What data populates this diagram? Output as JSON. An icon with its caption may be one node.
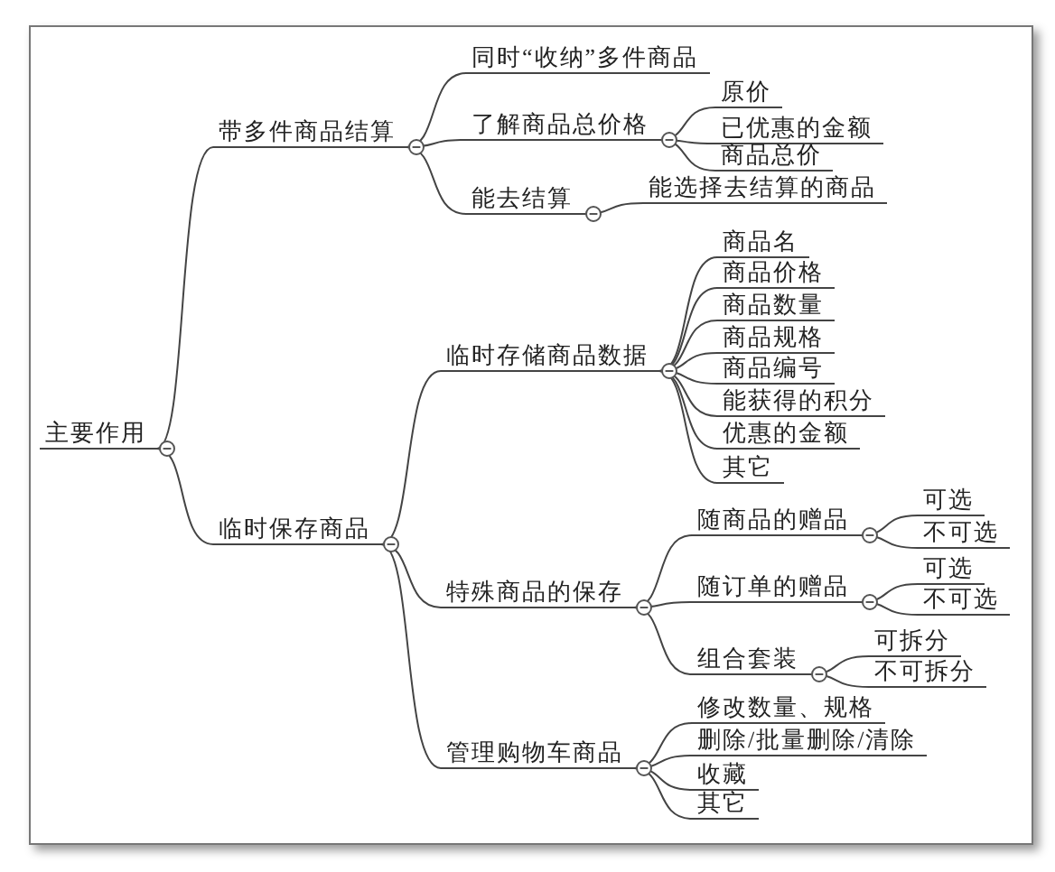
{
  "diagram": {
    "nodes": [
      {
        "text": [
          "主要作用"
        ]
      },
      {
        "text": [
          "带多件商品结算"
        ]
      },
      {
        "text": [
          "同时“收纳”多件商品"
        ]
      },
      {
        "text": [
          "了解商品总价格"
        ]
      },
      {
        "text": [
          "原价"
        ]
      },
      {
        "text": [
          "已优惠的金额"
        ]
      },
      {
        "text": [
          "商品总价"
        ]
      },
      {
        "text": [
          "能去结算"
        ]
      },
      {
        "text": [
          "能选择去结算的商品"
        ]
      },
      {
        "text": [
          "临时保存商品"
        ]
      },
      {
        "text": [
          "临时存储商品数据"
        ]
      },
      {
        "text": [
          "商品名"
        ]
      },
      {
        "text": [
          "商品价格"
        ]
      },
      {
        "text": [
          "商品数量"
        ]
      },
      {
        "text": [
          "商品规格"
        ]
      },
      {
        "text": [
          "商品编号"
        ]
      },
      {
        "text": [
          "能获得的积分"
        ]
      },
      {
        "text": [
          "优惠的金额"
        ]
      },
      {
        "text": [
          "其它"
        ]
      },
      {
        "text": [
          "特殊商品的保存"
        ]
      },
      {
        "text": [
          "随商品的赠品"
        ]
      },
      {
        "text": [
          "可选"
        ]
      },
      {
        "text": [
          "不可选"
        ]
      },
      {
        "text": [
          "随订单的赠品"
        ]
      },
      {
        "text": [
          "可选"
        ]
      },
      {
        "text": [
          "不可选"
        ]
      },
      {
        "text": [
          "组合套装"
        ]
      },
      {
        "text": [
          "可拆分"
        ]
      },
      {
        "text": [
          "不可拆分"
        ]
      },
      {
        "text": [
          "管理购物车商品"
        ]
      },
      {
        "text": [
          "修改数量、规格"
        ]
      },
      {
        "text": [
          "删除/批量删除/清除"
        ]
      },
      {
        "text": [
          "收藏"
        ]
      },
      {
        "text": [
          "其它"
        ]
      }
    ],
    "edges": [
      {
        "from": 0,
        "to": 1,
        "arrow": "none"
      },
      {
        "from": 1,
        "to": 2,
        "arrow": "none"
      },
      {
        "from": 1,
        "to": 3,
        "arrow": "none"
      },
      {
        "from": 3,
        "to": 4,
        "arrow": "none"
      },
      {
        "from": 3,
        "to": 5,
        "arrow": "none"
      },
      {
        "from": 3,
        "to": 6,
        "arrow": "none"
      },
      {
        "from": 1,
        "to": 7,
        "arrow": "none"
      },
      {
        "from": 7,
        "to": 8,
        "arrow": "none"
      },
      {
        "from": 0,
        "to": 9,
        "arrow": "none"
      },
      {
        "from": 9,
        "to": 10,
        "arrow": "none"
      },
      {
        "from": 10,
        "to": 11,
        "arrow": "none"
      },
      {
        "from": 10,
        "to": 12,
        "arrow": "none"
      },
      {
        "from": 10,
        "to": 13,
        "arrow": "none"
      },
      {
        "from": 10,
        "to": 14,
        "arrow": "none"
      },
      {
        "from": 10,
        "to": 15,
        "arrow": "none"
      },
      {
        "from": 10,
        "to": 16,
        "arrow": "none"
      },
      {
        "from": 10,
        "to": 17,
        "arrow": "none"
      },
      {
        "from": 10,
        "to": 18,
        "arrow": "none"
      },
      {
        "from": 9,
        "to": 19,
        "arrow": "none"
      },
      {
        "from": 19,
        "to": 20,
        "arrow": "none"
      },
      {
        "from": 20,
        "to": 21,
        "arrow": "none"
      },
      {
        "from": 20,
        "to": 22,
        "arrow": "none"
      },
      {
        "from": 19,
        "to": 23,
        "arrow": "none"
      },
      {
        "from": 23,
        "to": 24,
        "arrow": "none"
      },
      {
        "from": 23,
        "to": 25,
        "arrow": "none"
      },
      {
        "from": 19,
        "to": 26,
        "arrow": "none"
      },
      {
        "from": 26,
        "to": 27,
        "arrow": "none"
      },
      {
        "from": 26,
        "to": 28,
        "arrow": "none"
      },
      {
        "from": 9,
        "to": 29,
        "arrow": "none"
      },
      {
        "from": 29,
        "to": 30,
        "arrow": "none"
      },
      {
        "from": 29,
        "to": 31,
        "arrow": "none"
      },
      {
        "from": 29,
        "to": 32,
        "arrow": "none"
      },
      {
        "from": 29,
        "to": 33,
        "arrow": "none"
      }
    ]
  }
}
